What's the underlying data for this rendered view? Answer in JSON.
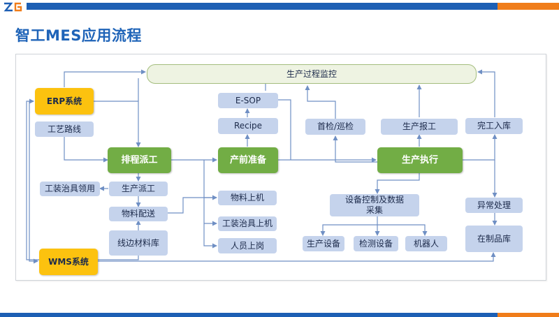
{
  "slide": {
    "title": "智工MES应用流程",
    "logo_icon": "zg-logo-icon",
    "colors": {
      "bar": "#1d5fb4",
      "accent": "#f07d1a",
      "green": "#72ad45",
      "yellow": "#fcc20f",
      "light_blue": "#c5d3ec",
      "title": "#1f64b8"
    }
  },
  "nodes": {
    "monitor": "生产过程监控",
    "erp": "ERP系统",
    "wms": "WMS系统",
    "process_route": "工艺路线",
    "scheduling": "排程派工",
    "tooling_issue": "工装治具领用",
    "production_dispatch": "生产派工",
    "material_delivery": "物料配送",
    "line_warehouse": "线边材料库",
    "esop": "E-SOP",
    "recipe": "Recipe",
    "pre_production": "产前准备",
    "material_loading": "物料上机",
    "tooling_loading": "工装治具上机",
    "staff_on_post": "人员上岗",
    "first_inspection": "首检/巡检",
    "production_report": "生产报工",
    "production_execution": "生产执行",
    "equipment_control": "设备控制及数据采集",
    "production_equipment": "生产设备",
    "inspection_equipment": "检测设备",
    "robot": "机器人",
    "finished_storage": "完工入库",
    "exception_handling": "异常处理",
    "wip_storage": "在制品库"
  }
}
